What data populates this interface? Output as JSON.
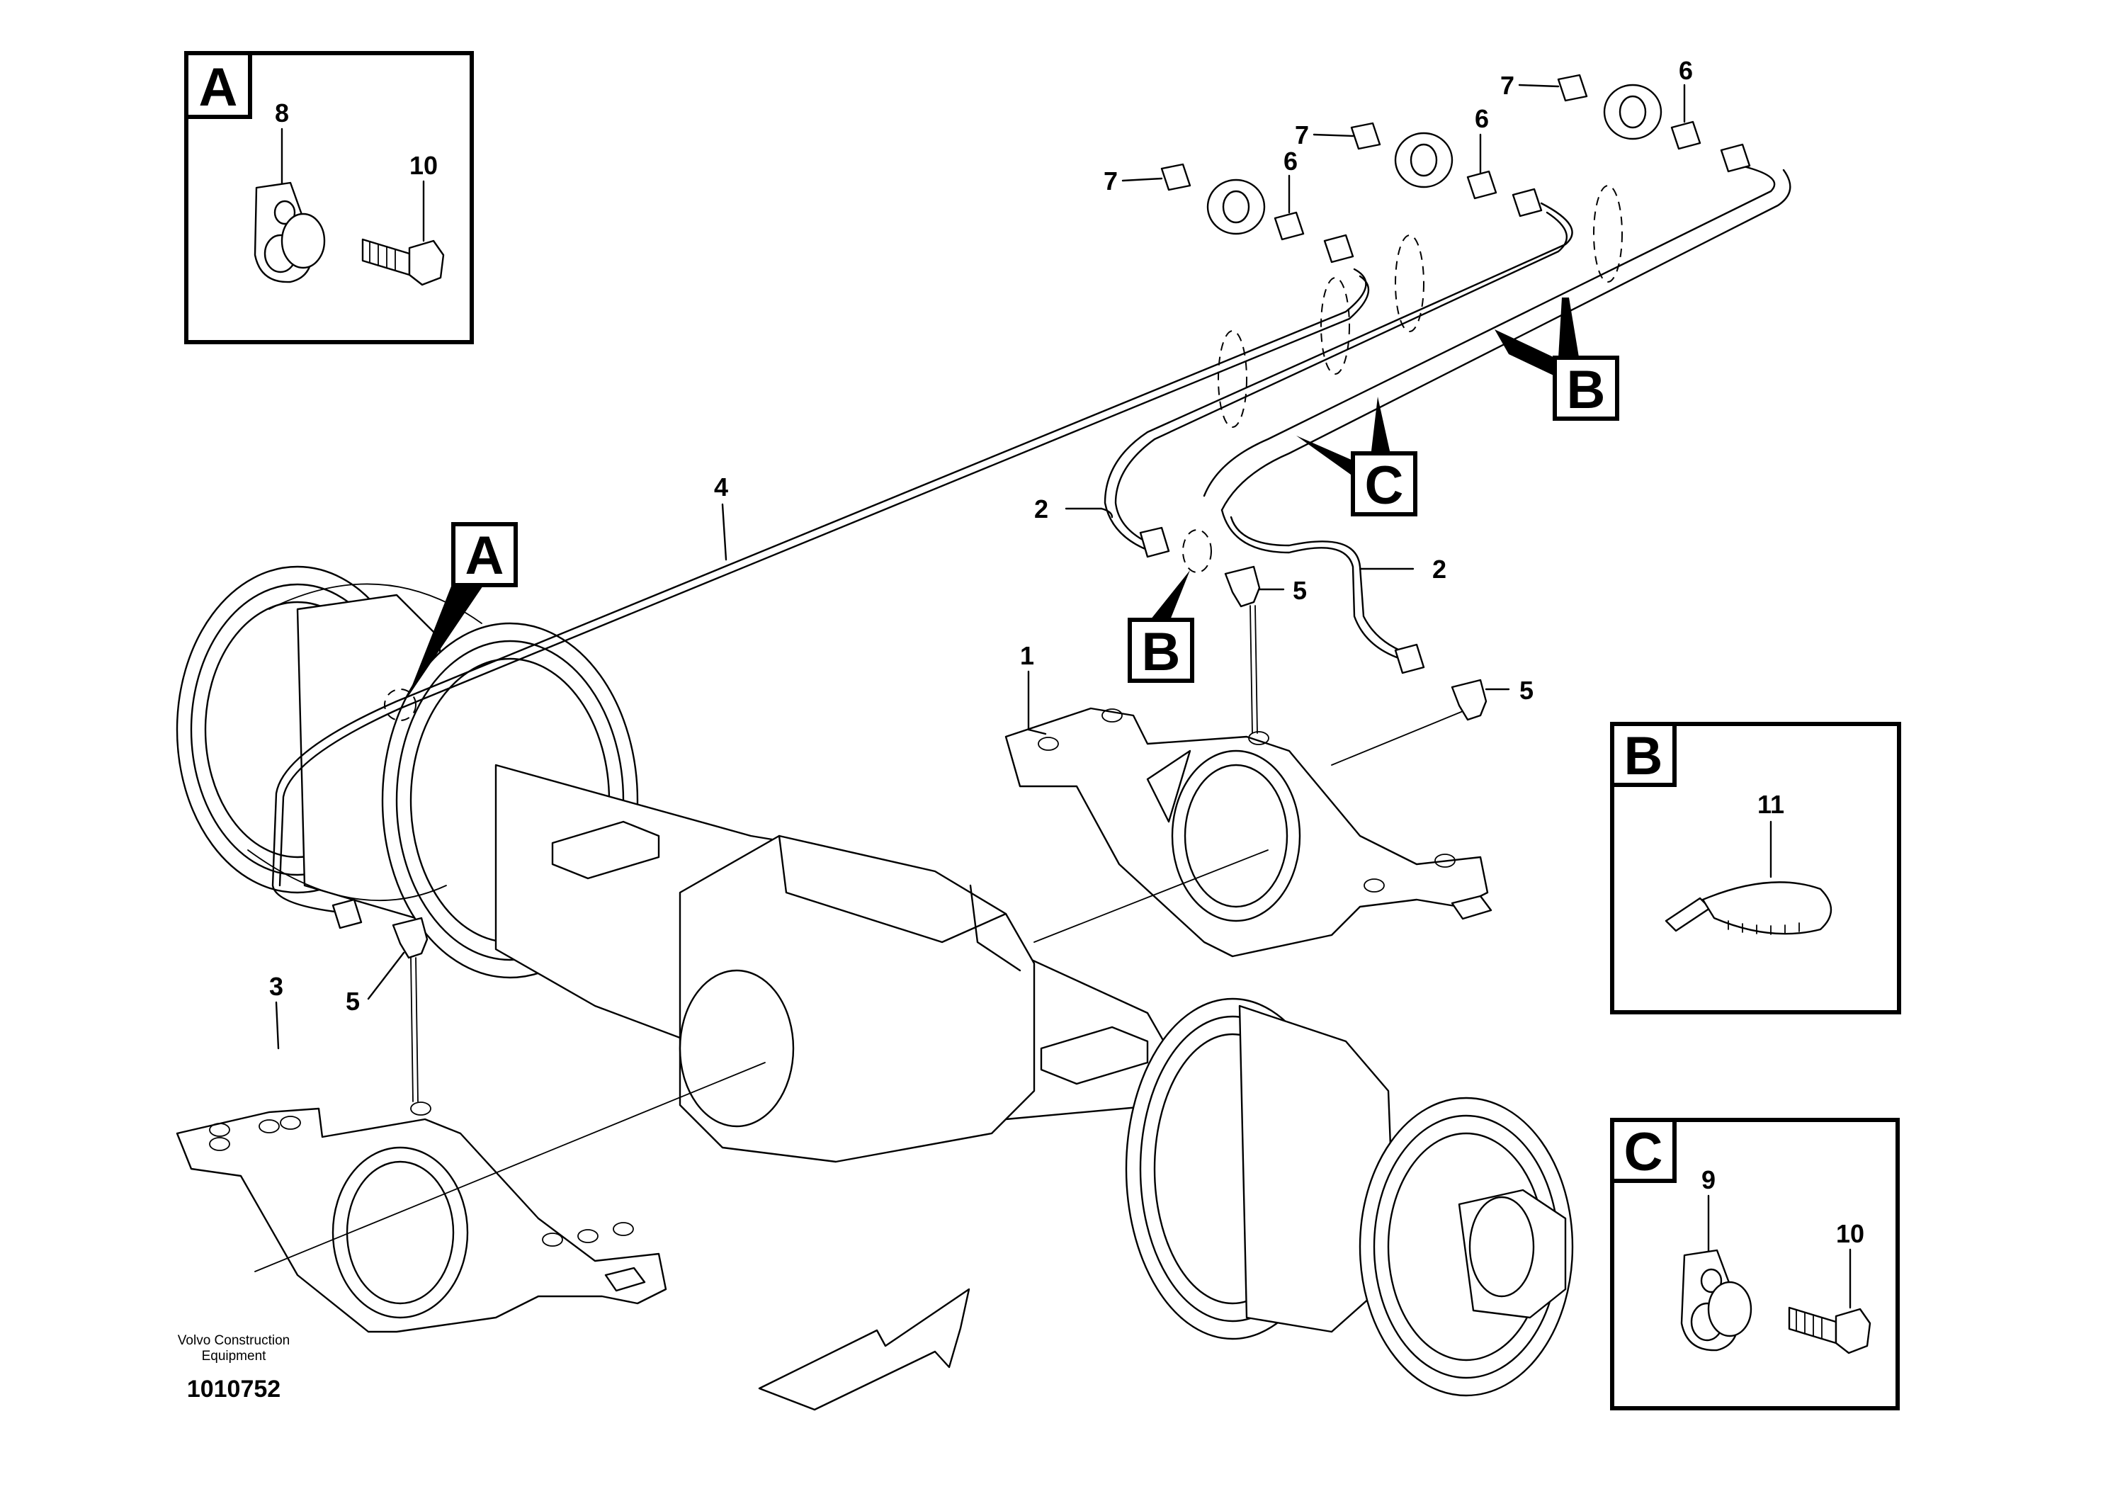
{
  "document": {
    "publisher_line1": "Volvo Construction",
    "publisher_line2": "Equipment",
    "illustration_number": "1010752"
  },
  "detail_views": [
    {
      "letter": "A",
      "items": [
        "8",
        "10"
      ]
    },
    {
      "letter": "B",
      "items": [
        "11"
      ]
    },
    {
      "letter": "C",
      "items": [
        "9",
        "10"
      ]
    }
  ],
  "view_markers": [
    "A",
    "B",
    "C",
    "B"
  ],
  "callouts": {
    "c1": "1",
    "c2a": "2",
    "c2b": "2",
    "c3": "3",
    "c4": "4",
    "c5a": "5",
    "c5b": "5",
    "c5c": "5",
    "c6a": "6",
    "c6b": "6",
    "c6c": "6",
    "c7a": "7",
    "c7b": "7",
    "c7c": "7"
  }
}
